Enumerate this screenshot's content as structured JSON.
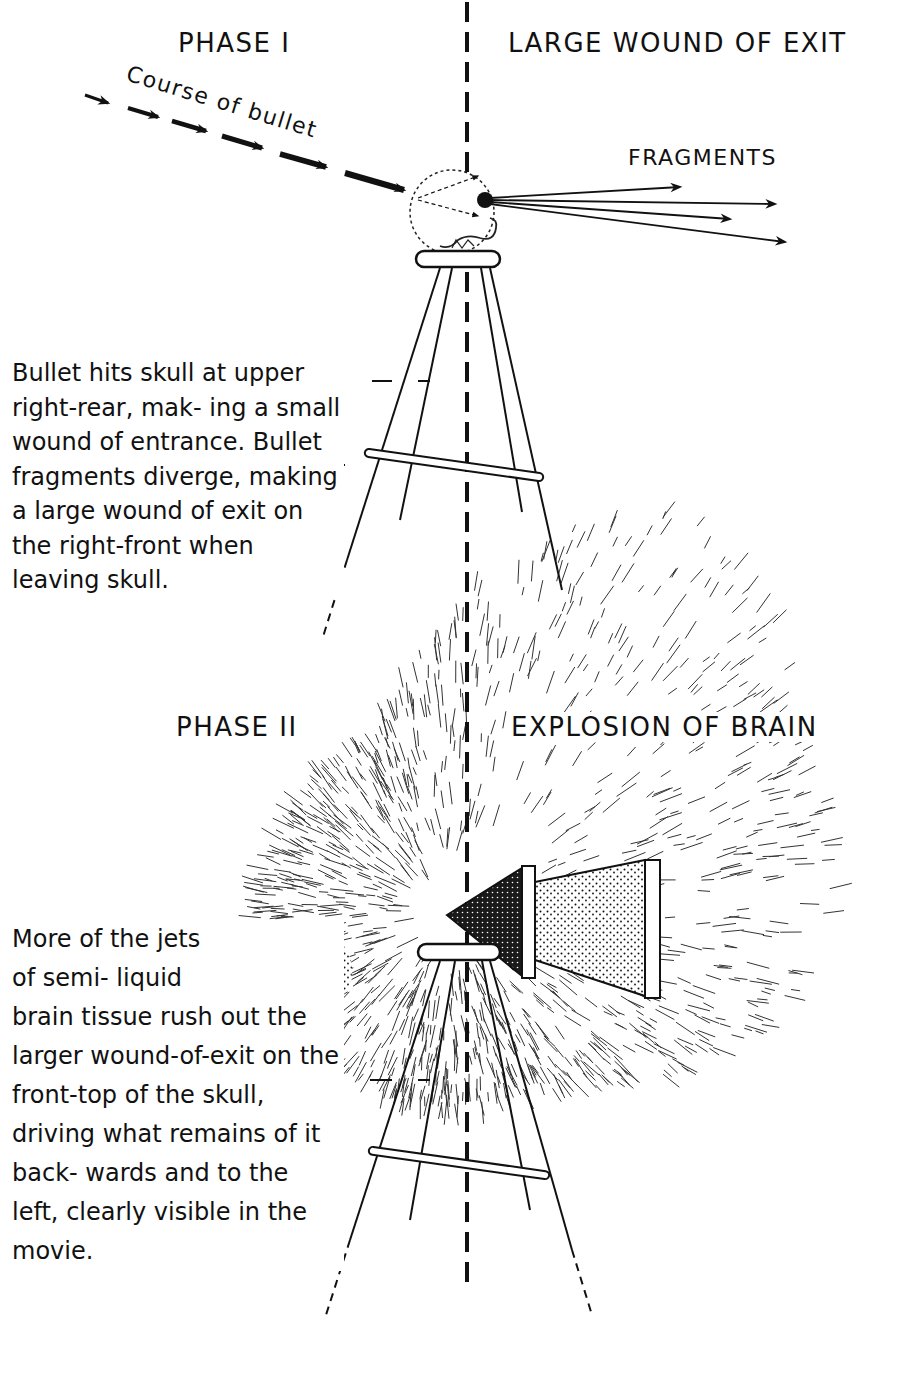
{
  "diagram": {
    "labels": [
      "PHASE I",
      "LARGE WOUND OF EXIT",
      "Course of bullet",
      "FRAGMENTS",
      "Bullet hits skull at upper right-rear, mak- ing a small wound of entrance. Bullet fragments diverge, making a large wound of exit on the right-front when leaving skull.",
      "PHASE II",
      "EXPLOSION OF BRAIN",
      "More of the jets of semi- liquid brain tissue rush out the larger wound-of-exit on the front-top of the skull, driving what remains of it back- wards and to the left, clearly visible in the movie."
    ]
  }
}
